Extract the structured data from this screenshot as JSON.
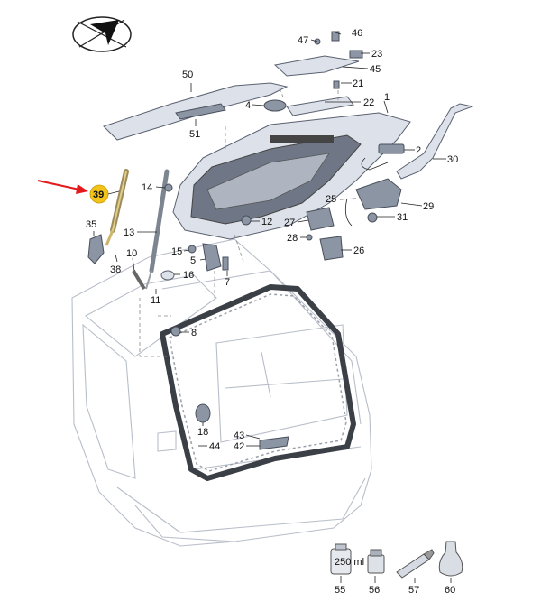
{
  "callouts": [
    {
      "id": "c47",
      "label": "47"
    },
    {
      "id": "c46",
      "label": "46"
    },
    {
      "id": "c23",
      "label": "23"
    },
    {
      "id": "c45",
      "label": "45"
    },
    {
      "id": "c50",
      "label": "50"
    },
    {
      "id": "c21",
      "label": "21"
    },
    {
      "id": "c4",
      "label": "4"
    },
    {
      "id": "c22",
      "label": "22"
    },
    {
      "id": "c1",
      "label": "1"
    },
    {
      "id": "c51",
      "label": "51"
    },
    {
      "id": "c2",
      "label": "2"
    },
    {
      "id": "c30",
      "label": "30"
    },
    {
      "id": "c39",
      "label": "39"
    },
    {
      "id": "c14",
      "label": "14"
    },
    {
      "id": "c25",
      "label": "25"
    },
    {
      "id": "c29",
      "label": "29"
    },
    {
      "id": "c31",
      "label": "31"
    },
    {
      "id": "c35",
      "label": "35"
    },
    {
      "id": "c12",
      "label": "12"
    },
    {
      "id": "c27",
      "label": "27"
    },
    {
      "id": "c13",
      "label": "13"
    },
    {
      "id": "c28",
      "label": "28"
    },
    {
      "id": "c10",
      "label": "10"
    },
    {
      "id": "c15",
      "label": "15"
    },
    {
      "id": "c26",
      "label": "26"
    },
    {
      "id": "c38",
      "label": "38"
    },
    {
      "id": "c5",
      "label": "5"
    },
    {
      "id": "c16",
      "label": "16"
    },
    {
      "id": "c7",
      "label": "7"
    },
    {
      "id": "c11",
      "label": "11"
    },
    {
      "id": "c8",
      "label": "8"
    },
    {
      "id": "c18",
      "label": "18"
    },
    {
      "id": "c43",
      "label": "43"
    },
    {
      "id": "c42",
      "label": "42"
    },
    {
      "id": "c44",
      "label": "44"
    },
    {
      "id": "c55",
      "label": "55"
    },
    {
      "id": "c56",
      "label": "56"
    },
    {
      "id": "c57",
      "label": "57"
    },
    {
      "id": "c60",
      "label": "60"
    }
  ],
  "highlight": {
    "label": "39",
    "color": "#f2c318",
    "arrow_color": "#e3191c"
  },
  "container_label": "250 ml"
}
